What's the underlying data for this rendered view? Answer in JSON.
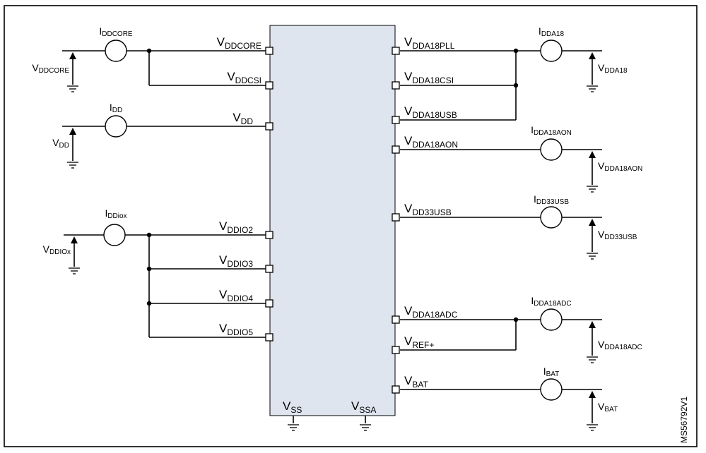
{
  "diagram": {
    "left_pins": {
      "vddcore": {
        "main": "V",
        "sub": "DDCORE"
      },
      "vddcsi": {
        "main": "V",
        "sub": "DDCSI"
      },
      "vdd": {
        "main": "V",
        "sub": "DD"
      },
      "vddio2": {
        "main": "V",
        "sub": "DDIO2"
      },
      "vddio3": {
        "main": "V",
        "sub": "DDIO3"
      },
      "vddio4": {
        "main": "V",
        "sub": "DDIO4"
      },
      "vddio5": {
        "main": "V",
        "sub": "DDIO5"
      }
    },
    "right_pins": {
      "vdda18pll": {
        "main": "V",
        "sub": "DDA18PLL"
      },
      "vdda18csi": {
        "main": "V",
        "sub": "DDA18CSI"
      },
      "vdda18usb": {
        "main": "V",
        "sub": "DDA18USB"
      },
      "vdda18aon": {
        "main": "V",
        "sub": "DDA18AON"
      },
      "vdd33usb": {
        "main": "V",
        "sub": "DD33USB"
      },
      "vdda18adc": {
        "main": "V",
        "sub": "DDA18ADC"
      },
      "vrefp": {
        "main": "V",
        "sub": "REF+"
      },
      "vbat": {
        "main": "V",
        "sub": "BAT"
      }
    },
    "bottom_pins": {
      "vss": {
        "main": "V",
        "sub": "SS"
      },
      "vssa": {
        "main": "V",
        "sub": "SSA"
      }
    },
    "currents": {
      "iddcore": {
        "main": "I",
        "sub": "DDCORE"
      },
      "idd": {
        "main": "I",
        "sub": "DD"
      },
      "iddiox": {
        "main": "I",
        "sub": "DDiox"
      },
      "idda18": {
        "main": "I",
        "sub": "DDA18"
      },
      "idda18aon": {
        "main": "I",
        "sub": "DDA18AON"
      },
      "idd33usb": {
        "main": "I",
        "sub": "DD33USB"
      },
      "idda18adc": {
        "main": "I",
        "sub": "DDA18ADC"
      },
      "ibat": {
        "main": "I",
        "sub": "BAT"
      }
    },
    "sources": {
      "vddcore": {
        "main": "V",
        "sub": "DDCORE"
      },
      "vdd": {
        "main": "V",
        "sub": "DD"
      },
      "vddiox": {
        "main": "V",
        "sub": "DDIOx"
      },
      "vdda18": {
        "main": "V",
        "sub": "DDA18"
      },
      "vdda18aon": {
        "main": "V",
        "sub": "DDA18AON"
      },
      "vdd33usb": {
        "main": "V",
        "sub": "DD33USB"
      },
      "vdda18adc": {
        "main": "V",
        "sub": "DDA18ADC"
      },
      "vbat": {
        "main": "V",
        "sub": "BAT"
      }
    },
    "reference": "MS56792V1"
  }
}
